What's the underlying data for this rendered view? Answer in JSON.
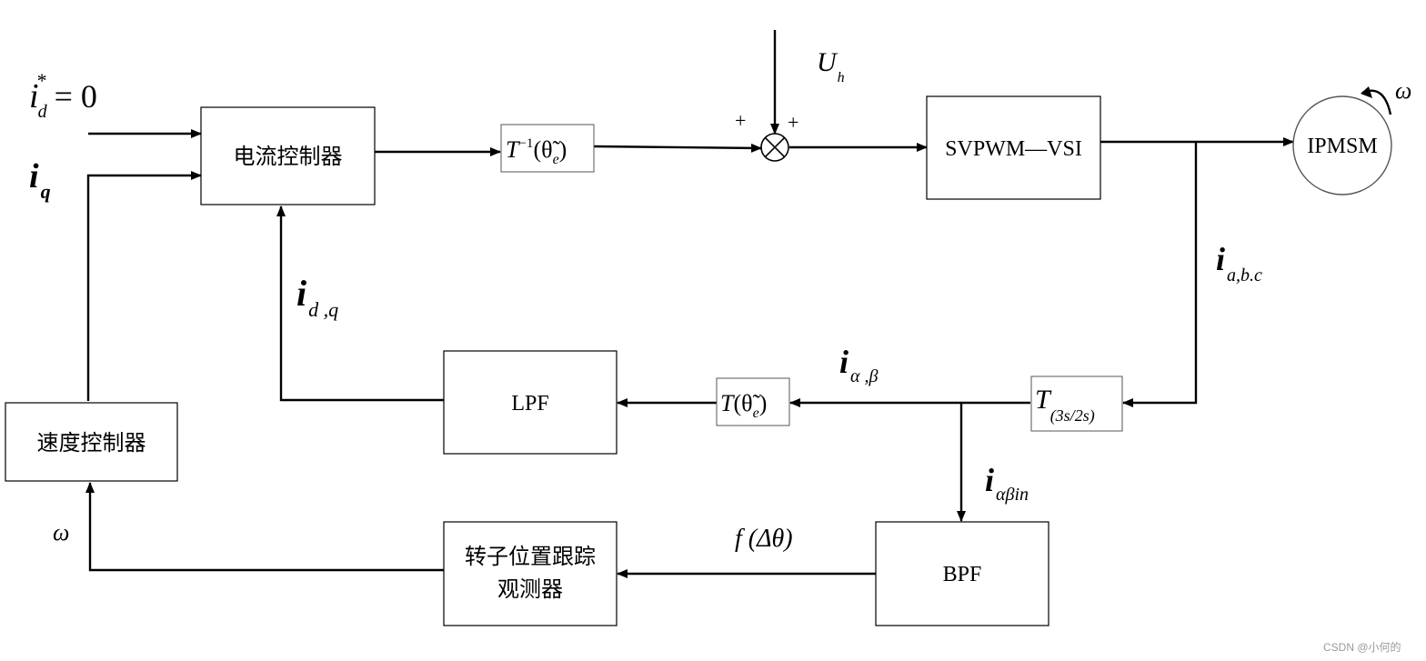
{
  "blocks": {
    "current_controller": "电流控制器",
    "speed_controller": "速度控制器",
    "svpwm_vsi": "SVPWM—VSI",
    "motor": "IPMSM",
    "lpf": "LPF",
    "bpf": "BPF",
    "observer_line1": "转子位置跟踪",
    "observer_line2": "观测器",
    "inv_park": {
      "main": "T",
      "sup": "−1",
      "arg": "(θ̃",
      "sub": "e",
      "close": ")"
    },
    "park": {
      "main": "T",
      "arg": "(θ̃",
      "sub": "e",
      "close": ")"
    },
    "clarke": {
      "main": "T",
      "sub": "(3s/2s)"
    }
  },
  "signals": {
    "id_ref": {
      "main": "i",
      "sup": "*",
      "sub": "d",
      "rest": "= 0"
    },
    "iq": {
      "main": "i",
      "sub": "q"
    },
    "idq": {
      "main": "i",
      "sub": "d ,q"
    },
    "iabc": {
      "main": "i",
      "sub": "a,b.c"
    },
    "ialphabeta": {
      "main": "i",
      "sub": "α ,β"
    },
    "ialphabeta_in": {
      "main": "i",
      "sub": "αβin"
    },
    "uh": {
      "main": "U",
      "sub": "h"
    },
    "f_delta_theta": "f (Δθ)",
    "omega_feedback": "ω",
    "omega_motor": "ω",
    "plus_left": "+",
    "plus_right": "+"
  },
  "watermark": "CSDN @小何的"
}
